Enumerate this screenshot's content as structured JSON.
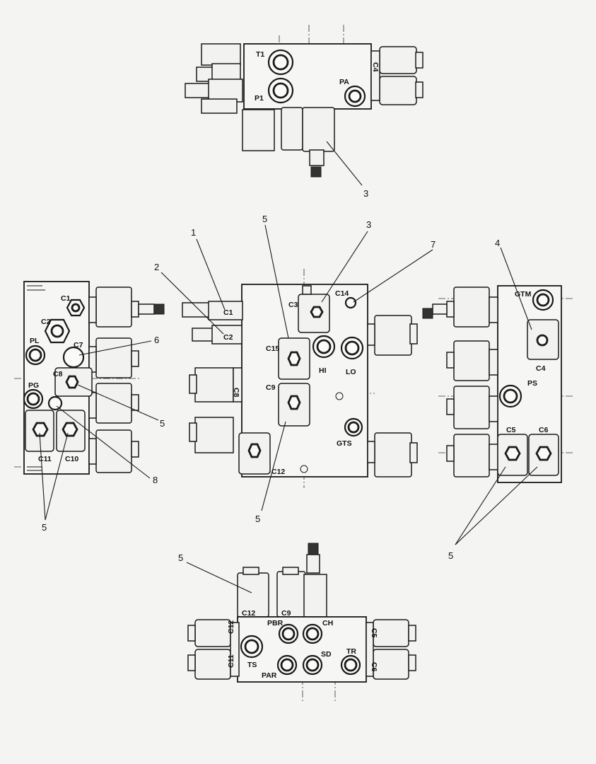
{
  "views": {
    "top": {
      "ports": [
        "T1",
        "P1",
        "PA"
      ],
      "side_label": "C4"
    },
    "front": {
      "ports": [
        "C1",
        "C2",
        "C3",
        "C14",
        "C15",
        "HI",
        "LO",
        "C9",
        "GTS",
        "C12"
      ],
      "side_label": "C8"
    },
    "left": {
      "ports": [
        "C1",
        "C2",
        "PL",
        "C7",
        "C8",
        "PG",
        "C11",
        "C10"
      ]
    },
    "right": {
      "ports": [
        "GTM",
        "C4",
        "PS",
        "C5",
        "C6"
      ]
    },
    "bottom": {
      "ports": [
        "PBR",
        "CH",
        "TS",
        "SD",
        "TR",
        "PAR"
      ],
      "side_labels": [
        "C12",
        "C9",
        "C5",
        "C6",
        "C12",
        "C11"
      ]
    }
  },
  "callouts": {
    "c3_top": "3",
    "c1": "1",
    "c5_front_top": "5",
    "c3_front": "3",
    "c7": "7",
    "c2": "2",
    "c4": "4",
    "c6": "6",
    "c5_left": "5",
    "c8": "8",
    "c5_front_bottom": "5",
    "c5_left_bottom": "5",
    "c5_right_bottom": "5",
    "c5_bottom_view": "5"
  }
}
